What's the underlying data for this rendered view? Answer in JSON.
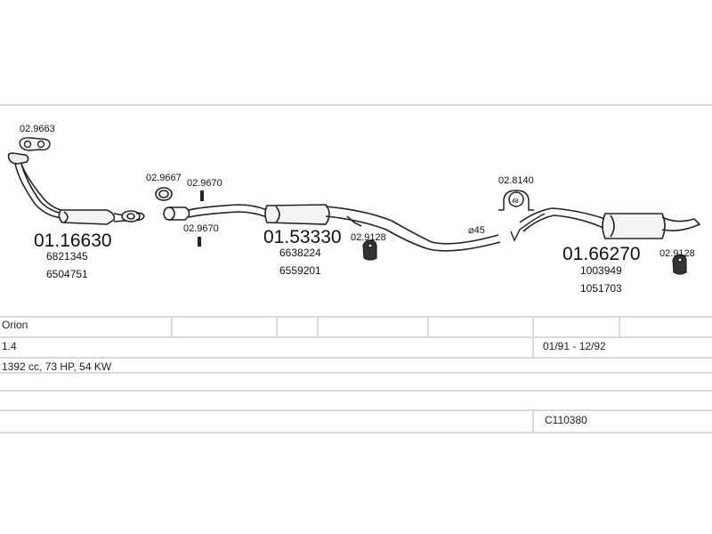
{
  "parts": {
    "front_pipe": {
      "number": "01.16630",
      "refs": [
        "6821345",
        "6504751"
      ]
    },
    "gasket_front": {
      "number": "02.9663"
    },
    "ring_seal": {
      "number": "02.9667"
    },
    "bolt_upper": {
      "number": "02.9670"
    },
    "bolt_lower": {
      "number": "02.9670"
    },
    "middle_silencer": {
      "number": "01.53330",
      "refs": [
        "6638224",
        "6559201"
      ]
    },
    "rubber_mount_mid": {
      "number": "02.9128"
    },
    "clamp": {
      "number": "02.8140",
      "size": "48"
    },
    "pipe_diameter": {
      "label": "⌀45"
    },
    "rear_silencer": {
      "number": "01.66270",
      "refs": [
        "1003949",
        "1051703"
      ]
    },
    "rubber_mount_rear": {
      "number": "02.9128"
    }
  },
  "table": {
    "model": "Orion",
    "engine": "1.4",
    "years": "01/91 - 12/92",
    "spec": "1392 cc, 73 HP, 54 KW",
    "code": "C110380"
  }
}
